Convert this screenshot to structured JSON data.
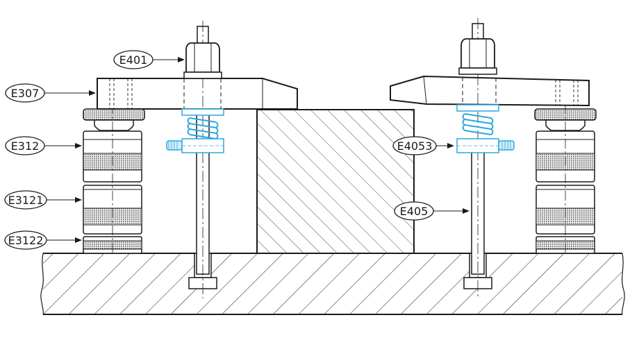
{
  "colors": {
    "line": "#1a1a1a",
    "accent": "#29a8e0",
    "hatch": "#1a1a1a",
    "background": "#ffffff",
    "knurl": "#6a6a6a"
  },
  "callouts": {
    "e401": "E401",
    "e307": "E307",
    "e312": "E312",
    "e3121": "E3121",
    "e3122": "E3122",
    "e4053": "E4053",
    "e405": "E405"
  }
}
